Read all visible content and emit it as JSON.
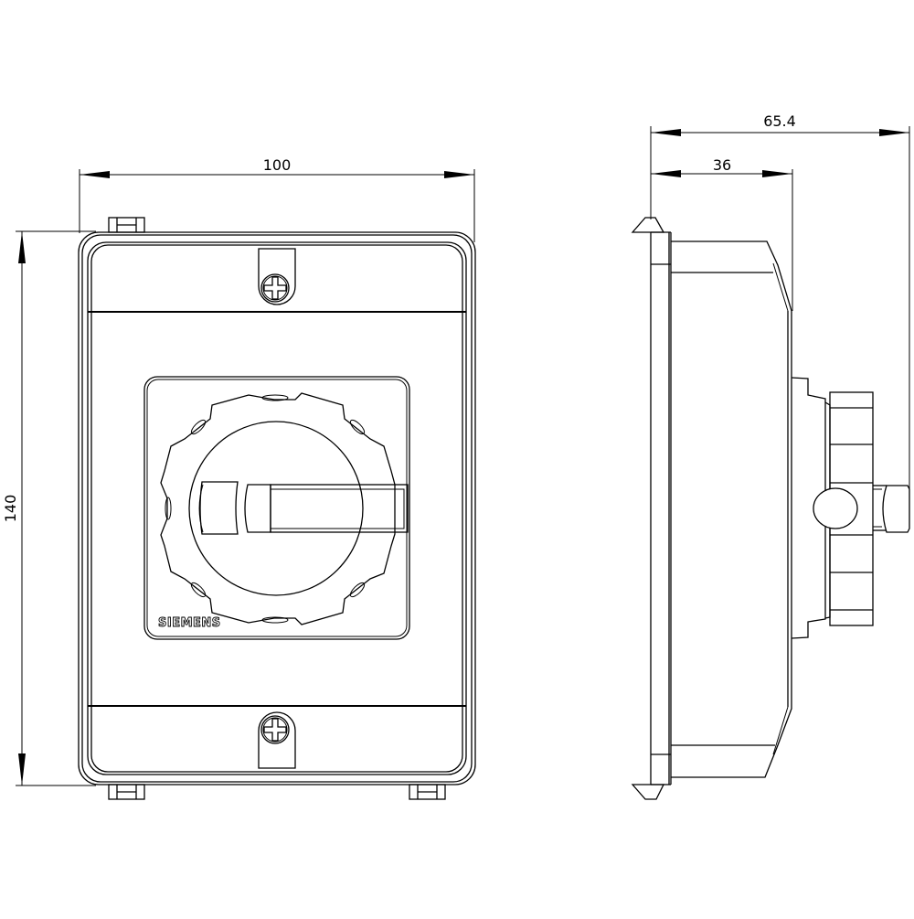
{
  "drawing": {
    "type": "technical dimension drawing",
    "views": [
      "front",
      "side"
    ],
    "line_color": "#000000",
    "background": "#ffffff"
  },
  "front_view": {
    "width_dim_label": "100",
    "height_dim_label": "140",
    "brand_label": "SIEMENS",
    "screws": [
      "top-screw",
      "bottom-screw"
    ]
  },
  "side_view": {
    "overall_depth_dim_label": "65.4",
    "body_depth_dim_label": "36"
  }
}
